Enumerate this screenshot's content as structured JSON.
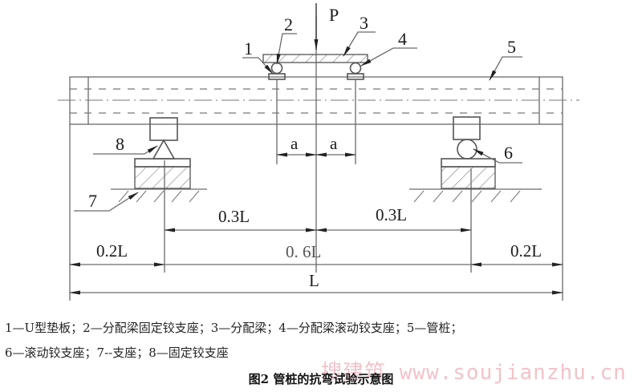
{
  "diagram": {
    "load_label": "P",
    "part_labels": {
      "n1": "1",
      "n2": "2",
      "n3": "3",
      "n4": "4",
      "n5": "5",
      "n6": "6",
      "n7": "7",
      "n8": "8"
    },
    "dimensions": {
      "a_left": "a",
      "a_right": "a",
      "span_left_03": "0.3L",
      "span_right_03": "0.3L",
      "end_left_02": "0.2L",
      "middle_06": "0. 6L",
      "end_right_02": "0.2L",
      "total": "L"
    }
  },
  "legend": {
    "line1": "1—U型垫板；2—分配梁固定铰支座；3—分配梁；4—分配梁滚动铰支座；5—管桩；",
    "line2": "6—滚动铰支座；7--支座；8—固定铰支座"
  },
  "caption": "图2  管桩的抗弯试验示意图",
  "watermark": "搜建筑 www.soujianzhu.cn"
}
